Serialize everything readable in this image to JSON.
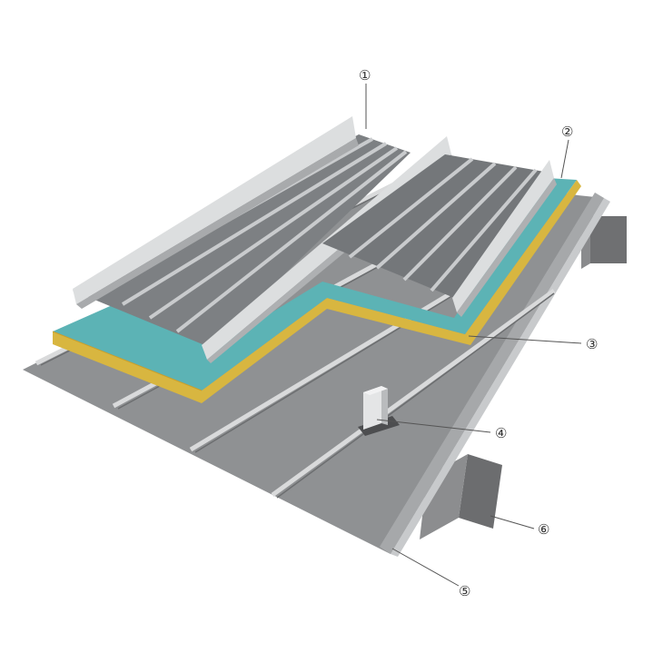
{
  "colors": {
    "background": "#ffffff",
    "base_sheet": "#8f9193",
    "base_rib": "#d8d9da",
    "top_panel": "#7d8083",
    "top_panel_rib": "#c9cbcd",
    "insulation_top": "#5cb3b5",
    "insulation_side": "#d8b640",
    "purlin": "#7a7b7d",
    "clip": "#c4c6c8"
  },
  "callouts": [
    {
      "label": "①",
      "component": "standing-seam-panel"
    },
    {
      "label": "②",
      "component": "insulation-board"
    },
    {
      "label": "③",
      "component": "insulation-edge"
    },
    {
      "label": "④",
      "component": "support-clip"
    },
    {
      "label": "⑤",
      "component": "base-sheet-edge"
    },
    {
      "label": "⑥",
      "component": "purlin"
    }
  ]
}
